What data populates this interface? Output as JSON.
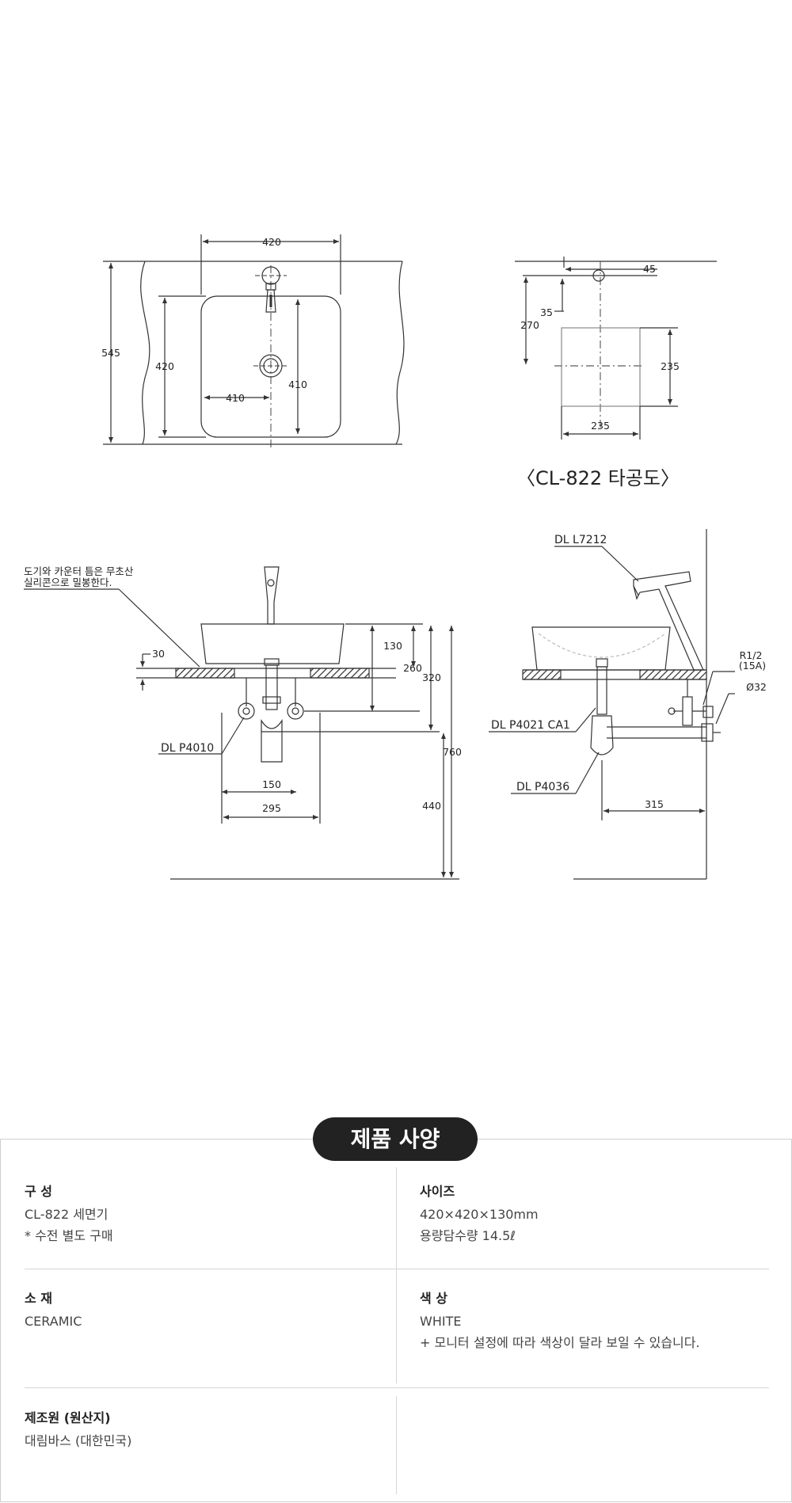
{
  "plan_view": {
    "dims": {
      "width_top": "420",
      "height_total": "545",
      "basin_depth": "420",
      "inner_width": "410",
      "inner_depth": "410"
    }
  },
  "hole_view": {
    "dims": {
      "offset_45": "45",
      "offset_35": "35",
      "distance_270": "270",
      "hole_height": "235",
      "hole_width": "235"
    },
    "caption": "〈CL-822 타공도〉"
  },
  "front_view": {
    "note_line1": "도기와 카운터 틈은 무초산",
    "note_line2": "실리콘으로 밀봉한다.",
    "dims": {
      "d30": "30",
      "d130": "130",
      "d260": "260",
      "d320": "320",
      "d760": "760",
      "d440": "440",
      "d150": "150",
      "d295": "295"
    },
    "part_label": "DL P4010"
  },
  "side_view": {
    "faucet_label": "DL L7212",
    "waste_label": "DL P4021 CA1",
    "trap_label": "DL P4036",
    "thread_line1": "R1/2",
    "thread_line2": "(15A)",
    "pipe_dia": "Ø32",
    "d315": "315"
  },
  "spec": {
    "title": "제품 사양",
    "composition": {
      "heading": "구 성",
      "line1": "CL-822 세면기",
      "line2": "* 수전 별도 구매"
    },
    "size": {
      "heading": "사이즈",
      "line1": "420×420×130mm",
      "line2": "용량담수량 14.5ℓ"
    },
    "material": {
      "heading": "소 재",
      "line1": "CERAMIC"
    },
    "color": {
      "heading": "색 상",
      "line1": "WHITE",
      "line2": "+ 모니터 설정에 따라 색상이 달라 보일 수 있습니다."
    },
    "origin": {
      "heading": "제조원 (원산지)",
      "line1": "대림바스 (대한민국)"
    }
  }
}
